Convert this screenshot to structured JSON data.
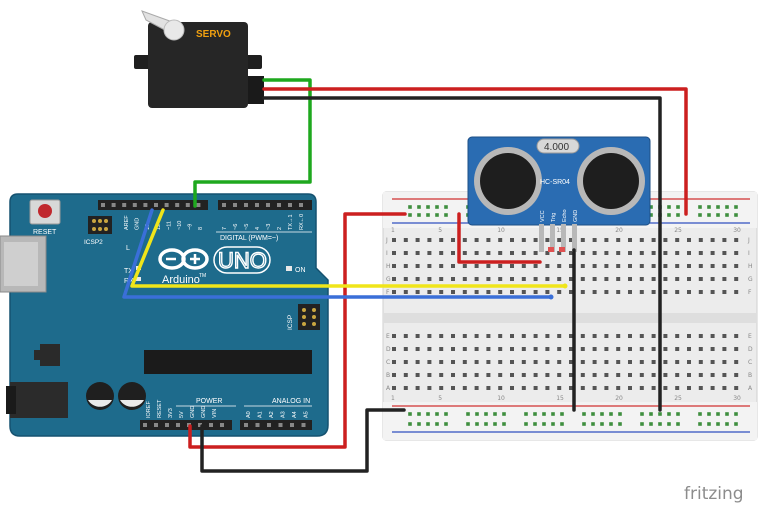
{
  "servo": {
    "label": "SERVO"
  },
  "sensor": {
    "display": "4.000",
    "model": "HC-SR04",
    "pins": [
      "VCC",
      "Trig",
      "Echo",
      "GND"
    ]
  },
  "arduino": {
    "reset_label": "RESET",
    "icsp2_label": "ICSP2",
    "icsp_label": "ICSP",
    "aref_labels": [
      "AREF",
      "GND",
      "13",
      "12",
      "~11",
      "~10",
      "~9",
      "8"
    ],
    "digital_pins": [
      "7",
      "~6",
      "~5",
      "4",
      "~3",
      "2",
      "TX→1",
      "RX←0"
    ],
    "digital_label": "DIGITAL (PWM=~)",
    "brand": "Arduino",
    "tm": "TM",
    "model": "UNO",
    "on_label": "ON",
    "tx_label": "TX",
    "rx_label": "RX",
    "l_label": "L",
    "power_label": "POWER",
    "analog_label": "ANALOG IN",
    "power_pins": [
      "IOREF",
      "RESET",
      "3V3",
      "5V",
      "GND",
      "GND",
      "VIN"
    ],
    "analog_pins": [
      "A0",
      "A1",
      "A2",
      "A3",
      "A4",
      "A5"
    ]
  },
  "breadboard": {
    "column_numbers": [
      "1",
      "5",
      "10",
      "15",
      "20",
      "25",
      "30"
    ],
    "row_letters_top": [
      "J",
      "I",
      "H",
      "G",
      "F"
    ],
    "row_letters_bottom": [
      "E",
      "D",
      "C",
      "B",
      "A"
    ]
  },
  "wire_colors": {
    "power": "#cc1f1f",
    "ground": "#222222",
    "signal_servo": "#1ea81e",
    "trig": "#f0e51a",
    "echo": "#3a6fd8"
  },
  "watermark": "fritzing"
}
